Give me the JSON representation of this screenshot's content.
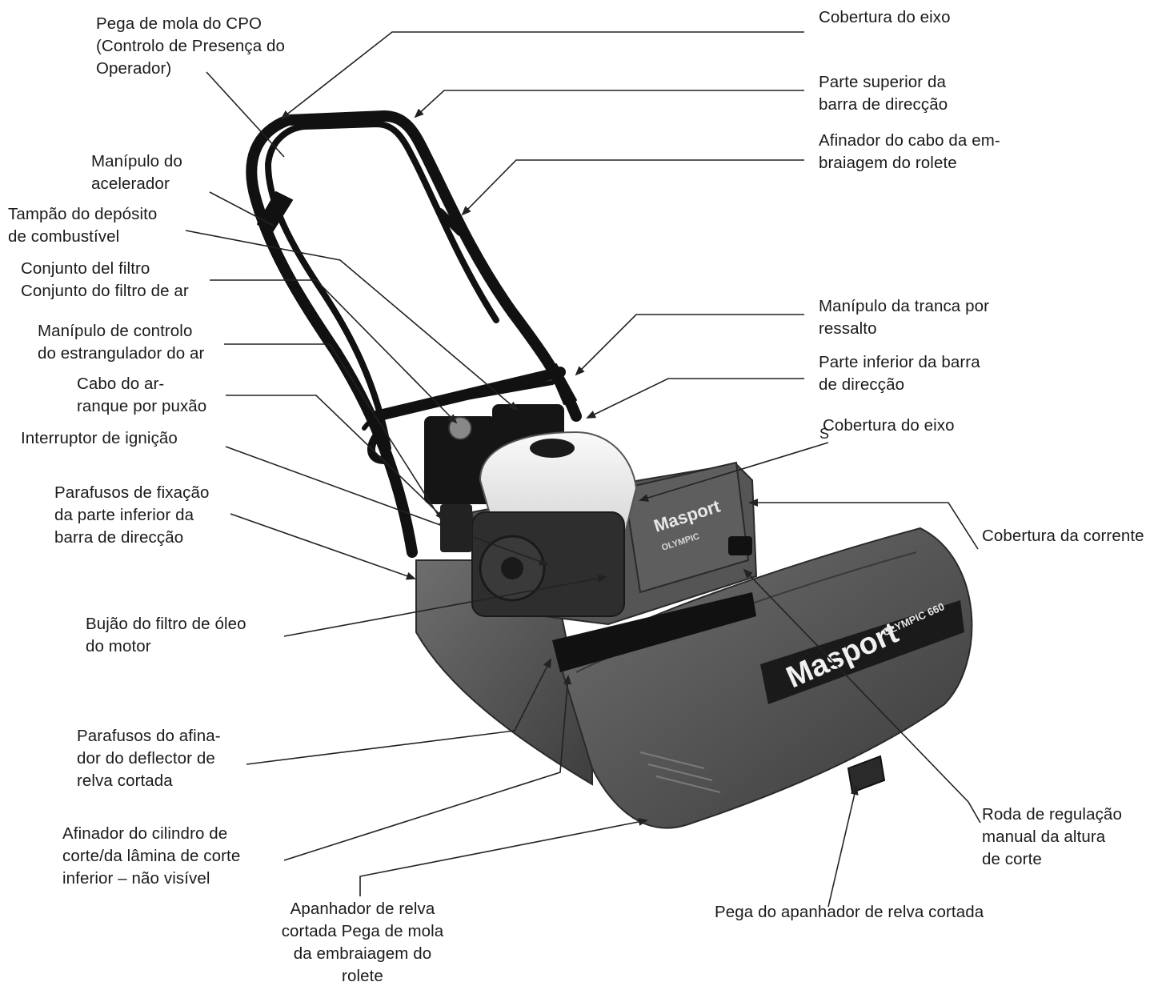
{
  "labels": {
    "opc_spring_handle": "Pega de mola do CPO\n(Controlo de Presença do\nOperador)",
    "throttle_lever": "Manípulo do\nacelerador",
    "fuel_cap": "Tampão do depósito\nde combustível",
    "filter_assembly": "Conjunto del filtro\nConjunto do filtro de ar",
    "choke_lever": "Manípulo de controlo\ndo estrangulador do ar",
    "recoil_starter": "Cabo do ar-\nranque por puxão",
    "ignition_switch": "Interruptor de ignição",
    "handle_bolts": "Parafusos de fixação\nda parte inferior da\nbarra de direcção",
    "oil_plug": "Bujão do filtro de óleo\ndo motor",
    "deflector_bolts": "Parafusos do afina-\ndor do deflector de\nrelva cortada",
    "reel_adjuster": "Afinador do cilindro de\ncorte/da lâmina de corte\ninferior – não visível",
    "grass_catcher": "Apanhador de relva\ncortada Pega de mola\nda embraiagem do\nrolete",
    "axle_cover_top": "Cobertura do eixo",
    "upper_handle": "Parte superior da\nbarra de direcção",
    "roller_clutch_adjuster": "Afinador do cabo da em-\nbraiagem do rolete",
    "latch_lever": "Manípulo da tranca por\nressalto",
    "lower_handle": "Parte inferior da barra\nde direcção",
    "axle_cover_mid": "Cobertura do eixo",
    "chain_cover": "Cobertura da corrente",
    "height_wheel": "Roda de regulação\nmanual da altura\nde corte",
    "catcher_handle": "Pega do apanhador de relva cortada"
  },
  "stray_glyph": "S",
  "branding": {
    "main": "Masport",
    "model": "OLYMPIC",
    "catcher_brand": "Masport",
    "catcher_model": "OLYMPIC 660"
  },
  "colors": {
    "line": "#222222",
    "body": "#5a5a5a",
    "engine_cover": "#f0f0f0",
    "handle": "#111111"
  }
}
